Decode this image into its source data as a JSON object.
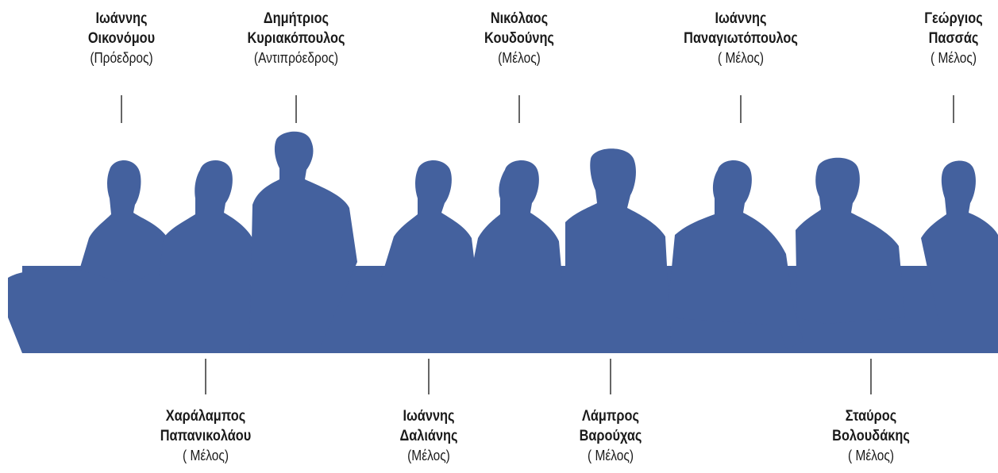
{
  "colors": {
    "silhouette": "#44619E",
    "text": "#1a1a1a",
    "connector": "#333333"
  },
  "board_members": {
    "top": [
      {
        "first_name": "Ιωάννης",
        "last_name": "Οικονόμου",
        "role": "(Πρόεδρος)"
      },
      {
        "first_name": "Δημήτριος",
        "last_name": "Κυριακόπουλος",
        "role": "(Αντιπρόεδρος)"
      },
      {
        "first_name": "Νικόλαος",
        "last_name": "Κουδούνης",
        "role": "(Μέλος)"
      },
      {
        "first_name": "Ιωάννης",
        "last_name": "Παναγιωτόπουλος",
        "role": "( Μέλος)"
      },
      {
        "first_name": "Γεώργιος",
        "last_name": "Πασσάς",
        "role": "( Μέλος)"
      }
    ],
    "bottom": [
      {
        "first_name": "Χαράλαμπος",
        "last_name": "Παπανικολάου",
        "role": "( Μέλος)"
      },
      {
        "first_name": "Ιωάννης",
        "last_name": "Δαλιάνης",
        "role": "(Μέλος)"
      },
      {
        "first_name": "Λάμπρος",
        "last_name": "Βαρούχας",
        "role": "( Μέλος)"
      },
      {
        "first_name": "Σταύρος",
        "last_name": "Βολουδάκης",
        "role": "( Μέλος)"
      }
    ]
  }
}
